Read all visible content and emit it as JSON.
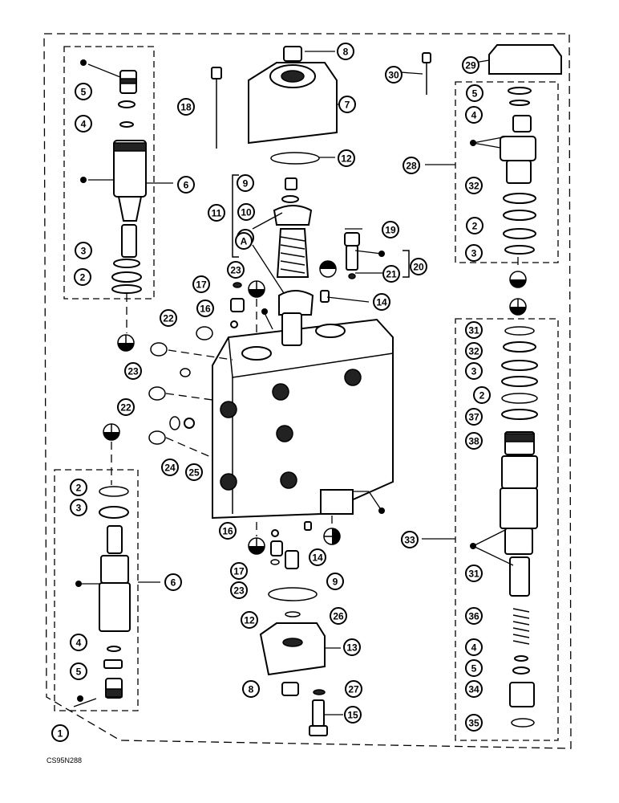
{
  "figure_code": "CS95N288",
  "callouts": [
    {
      "label": "1"
    },
    {
      "label": "2"
    },
    {
      "label": "2"
    },
    {
      "label": "2"
    },
    {
      "label": "2"
    },
    {
      "label": "3"
    },
    {
      "label": "3"
    },
    {
      "label": "3"
    },
    {
      "label": "3"
    },
    {
      "label": "4"
    },
    {
      "label": "4"
    },
    {
      "label": "4"
    },
    {
      "label": "4"
    },
    {
      "label": "5"
    },
    {
      "label": "5"
    },
    {
      "label": "5"
    },
    {
      "label": "5"
    },
    {
      "label": "6"
    },
    {
      "label": "6"
    },
    {
      "label": "7"
    },
    {
      "label": "8"
    },
    {
      "label": "8"
    },
    {
      "label": "9"
    },
    {
      "label": "9"
    },
    {
      "label": "10"
    },
    {
      "label": "11"
    },
    {
      "label": "12"
    },
    {
      "label": "12"
    },
    {
      "label": "13"
    },
    {
      "label": "14"
    },
    {
      "label": "14"
    },
    {
      "label": "15"
    },
    {
      "label": "16"
    },
    {
      "label": "16"
    },
    {
      "label": "17"
    },
    {
      "label": "17"
    },
    {
      "label": "18"
    },
    {
      "label": "19"
    },
    {
      "label": "20"
    },
    {
      "label": "21"
    },
    {
      "label": "22"
    },
    {
      "label": "22"
    },
    {
      "label": "23"
    },
    {
      "label": "23"
    },
    {
      "label": "23"
    },
    {
      "label": "24"
    },
    {
      "label": "25"
    },
    {
      "label": "26"
    },
    {
      "label": "27"
    },
    {
      "label": "28"
    },
    {
      "label": "29"
    },
    {
      "label": "30"
    },
    {
      "label": "31"
    },
    {
      "label": "31"
    },
    {
      "label": "32"
    },
    {
      "label": "32"
    },
    {
      "label": "33"
    },
    {
      "label": "34"
    },
    {
      "label": "35"
    },
    {
      "label": "36"
    },
    {
      "label": "37"
    },
    {
      "label": "38"
    },
    {
      "label": "A"
    },
    {
      "label": "A"
    }
  ]
}
